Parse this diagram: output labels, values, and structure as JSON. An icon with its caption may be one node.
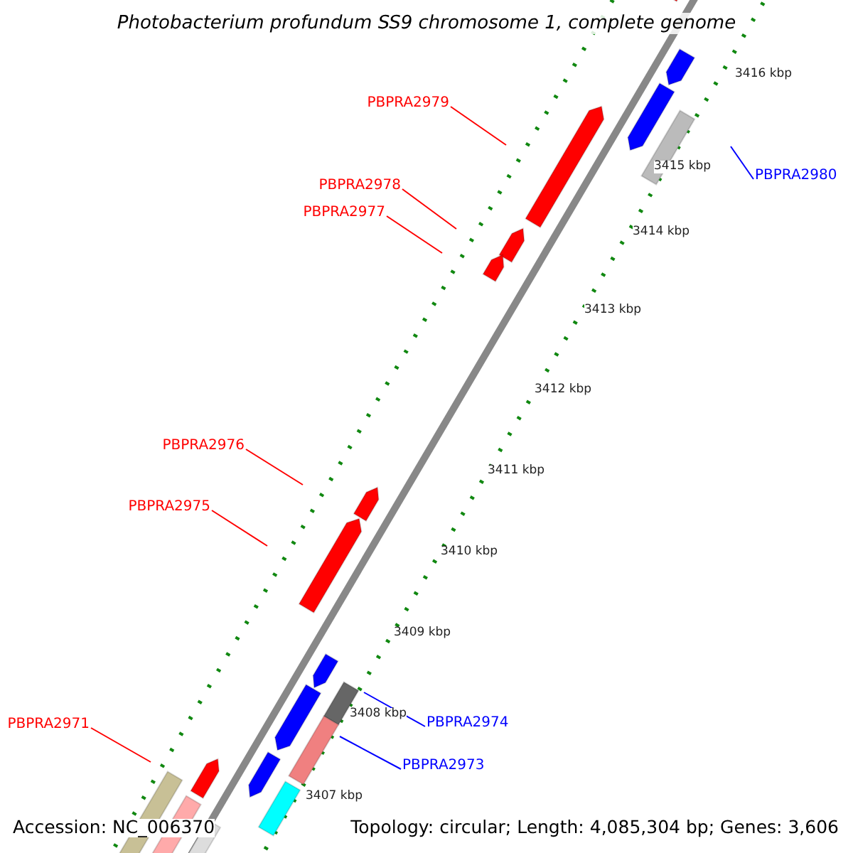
{
  "diagram": {
    "title": "Photobacterium profundum SS9 chromosome 1, complete genome",
    "nodes": [
      {
        "text": [
          "PBPRA2979"
        ]
      },
      {
        "text": [
          "PBPRA2980"
        ]
      },
      {
        "text": [
          "PBPRA2978"
        ]
      },
      {
        "text": [
          "PBPRA2977"
        ]
      },
      {
        "text": [
          "PBPRA2976"
        ]
      },
      {
        "text": [
          "PBPRA2975"
        ]
      },
      {
        "text": [
          "PBPRA2974"
        ]
      },
      {
        "text": [
          "PBPRA2971"
        ]
      },
      {
        "text": [
          "PBPRA2973"
        ]
      }
    ],
    "edges": [
      {
        "from": 0,
        "to": null,
        "arrow": "none"
      },
      {
        "from": 1,
        "to": null,
        "arrow": "none",
        "color": "#0000ff"
      },
      {
        "from": 2,
        "to": null,
        "arrow": "none"
      },
      {
        "from": 3,
        "to": null,
        "arrow": "none"
      },
      {
        "from": 4,
        "to": null,
        "arrow": "none"
      },
      {
        "from": 5,
        "to": null,
        "arrow": "none"
      },
      {
        "from": 6,
        "to": null,
        "arrow": "none",
        "color": "#0000ff"
      },
      {
        "from": 7,
        "to": null,
        "arrow": "none"
      },
      {
        "from": 8,
        "to": null,
        "arrow": "none",
        "color": "#0000ff"
      }
    ],
    "labels": [
      "3416 kbp",
      "3415 kbp",
      "3414 kbp",
      "3413 kbp",
      "3412 kbp",
      "3411 kbp",
      "3410 kbp",
      "3409 kbp",
      "3408 kbp",
      "3407 kbp",
      "Accession: NC_006370",
      "Topology: circular; Length: 4,085,304 bp; Genes: 3,606"
    ]
  }
}
